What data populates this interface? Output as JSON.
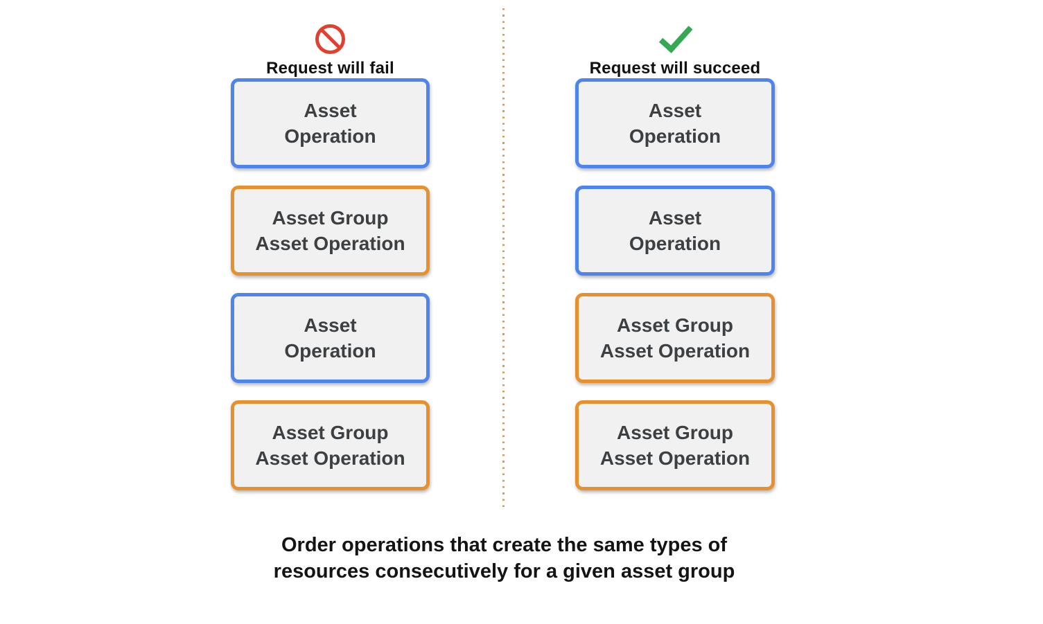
{
  "colors": {
    "blue_border": "#4E85EC",
    "orange_border": "#E8902E",
    "box_fill": "#F1F1F1",
    "box_text": "#3C4043",
    "fail_icon_red": "#E2402F",
    "success_icon_green": "#34A853",
    "divider_orange": "#E8973F",
    "heading_text": "#111111",
    "caption_text": "#141414"
  },
  "columns": [
    {
      "id": "fail",
      "icon": "prohibition-icon",
      "title": "Request will fail",
      "boxes": [
        {
          "type": "blue",
          "label_line1": "Asset",
          "label_line2": "Operation"
        },
        {
          "type": "orange",
          "label_line1": "Asset Group",
          "label_line2": "Asset Operation"
        },
        {
          "type": "blue",
          "label_line1": "Asset",
          "label_line2": "Operation"
        },
        {
          "type": "orange",
          "label_line1": "Asset Group",
          "label_line2": "Asset Operation"
        }
      ]
    },
    {
      "id": "succeed",
      "icon": "checkmark-icon",
      "title": "Request will succeed",
      "boxes": [
        {
          "type": "blue",
          "label_line1": "Asset",
          "label_line2": "Operation"
        },
        {
          "type": "blue",
          "label_line1": "Asset",
          "label_line2": "Operation"
        },
        {
          "type": "orange",
          "label_line1": "Asset Group",
          "label_line2": "Asset Operation"
        },
        {
          "type": "orange",
          "label_line1": "Asset Group",
          "label_line2": "Asset Operation"
        }
      ]
    }
  ],
  "caption": {
    "line1": "Order operations that create the same types of",
    "line2": "resources consecutively for a given asset group"
  }
}
